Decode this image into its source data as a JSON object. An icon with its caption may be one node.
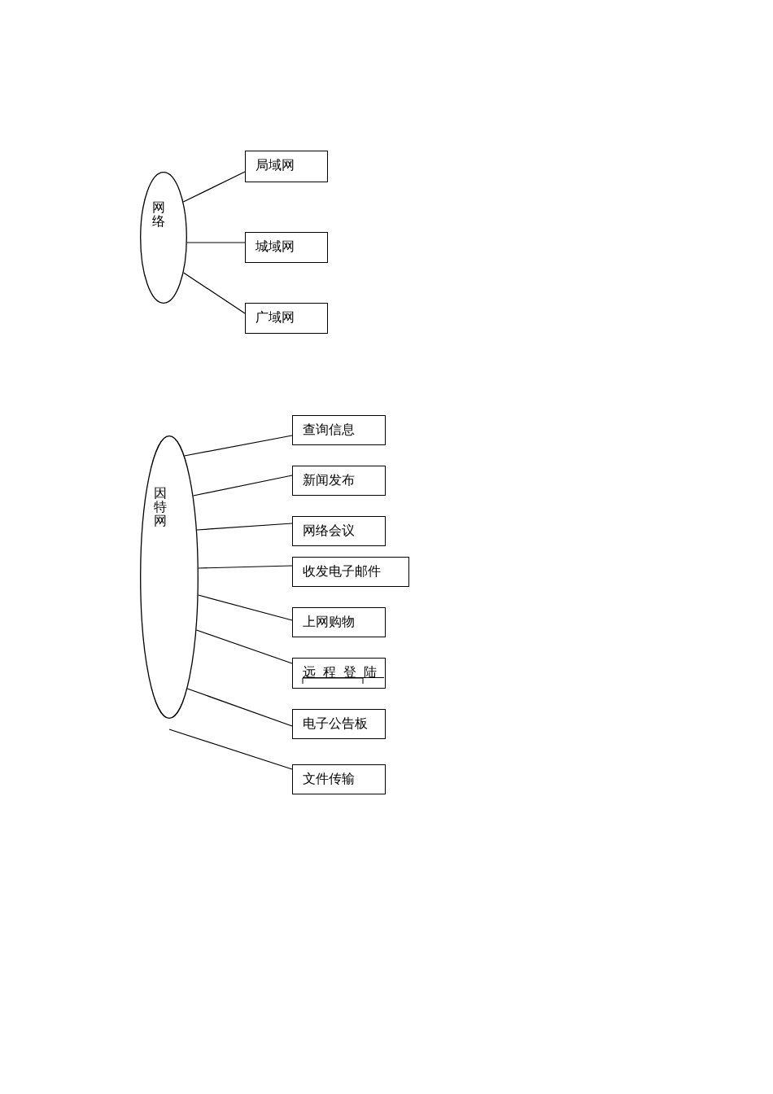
{
  "diagram": {
    "nodes": [
      {
        "text": [
          "网络"
        ]
      },
      {
        "text": [
          "局域网"
        ]
      },
      {
        "text": [
          "城域网"
        ]
      },
      {
        "text": [
          "广域网"
        ]
      },
      {
        "text": [
          "因特网"
        ]
      },
      {
        "text": [
          "查询信息"
        ]
      },
      {
        "text": [
          "新闻发布"
        ]
      },
      {
        "text": [
          "网络会议"
        ]
      },
      {
        "text": [
          "收发电子邮件"
        ]
      },
      {
        "text": [
          "上网购物"
        ]
      },
      {
        "text": [
          "远程登陆"
        ]
      },
      {
        "text": [
          "电子公告板"
        ]
      },
      {
        "text": [
          "文件传输"
        ]
      }
    ],
    "edges": [
      {
        "from": 0,
        "to": 1,
        "arrow": "none"
      },
      {
        "from": 0,
        "to": 2,
        "arrow": "none"
      },
      {
        "from": 0,
        "to": 3,
        "arrow": "none"
      },
      {
        "from": 4,
        "to": 5,
        "arrow": "none"
      },
      {
        "from": 4,
        "to": 6,
        "arrow": "none"
      },
      {
        "from": 4,
        "to": 7,
        "arrow": "none"
      },
      {
        "from": 4,
        "to": 8,
        "arrow": "none"
      },
      {
        "from": 4,
        "to": 9,
        "arrow": "none"
      },
      {
        "from": 4,
        "to": 10,
        "arrow": "none"
      },
      {
        "from": 4,
        "to": 11,
        "arrow": "none"
      },
      {
        "from": 4,
        "to": 12,
        "arrow": "none"
      }
    ]
  }
}
